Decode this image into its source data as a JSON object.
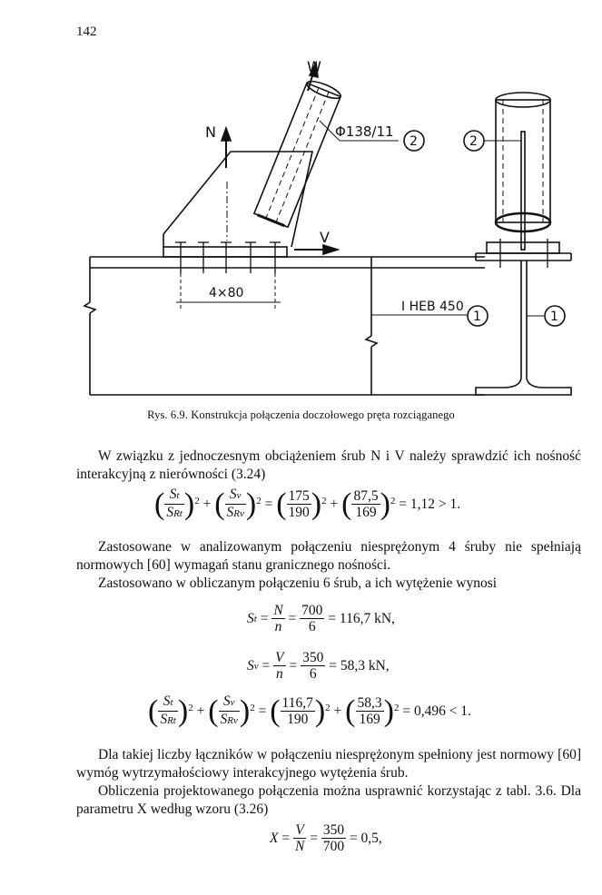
{
  "page_number": "142",
  "figure": {
    "label_W": "W",
    "label_N": "N",
    "label_V": "V",
    "pipe_label": "Φ138/11",
    "spacing_label": "4×80",
    "beam_label": "I HEB 450",
    "callout_1": "1",
    "callout_2": "2"
  },
  "caption": "Rys. 6.9. Konstrukcja połączenia doczołowego pręta rozciąganego",
  "para1": "W związku z jednoczesnym obciążeniem śrub N i V należy sprawdzić ich nośność interakcyjną z nierówności (3.24)",
  "eq1": {
    "St": "S",
    "St_sub": "t",
    "SRt": "S",
    "SRt_sub": "Rt",
    "Sv": "S",
    "Sv_sub": "v",
    "SRv": "S",
    "SRv_sub": "Rv",
    "n1": "175",
    "d1": "190",
    "n2": "87,5",
    "d2": "169",
    "result": "= 1,12 > 1."
  },
  "para2": "Zastosowane w analizowanym połączeniu niesprężonym 4 śruby nie spełniają normowych [60] wymagań stanu granicznego nośności.",
  "para3": "Zastosowano w obliczanym połączeniu 6 śrub, a ich wytężenie wynosi",
  "eq2": {
    "lhs": "S",
    "lhs_sub": "t",
    "N": "N",
    "n": "n",
    "num": "700",
    "den": "6",
    "result": "= 116,7 kN,"
  },
  "eq3": {
    "lhs": "S",
    "lhs_sub": "v",
    "V": "V",
    "n": "n",
    "num": "350",
    "den": "6",
    "result": "= 58,3 kN,"
  },
  "eq4": {
    "n1": "116,7",
    "d1": "190",
    "n2": "58,3",
    "d2": "169",
    "result": "= 0,496 < 1."
  },
  "para4": "Dla takiej liczby łączników w połączeniu niesprężonym spełniony jest normowy [60] wymóg wytrzymałościowy interakcyjnego wytężenia śrub.",
  "para5": "Obliczenia projektowanego połączenia można usprawnić korzystając z tabl. 3.6. Dla parametru X według wzoru (3.26)",
  "eq5": {
    "lhs": "X",
    "V": "V",
    "N": "N",
    "num": "350",
    "den": "700",
    "result": "= 0,5,"
  },
  "exp": "2"
}
